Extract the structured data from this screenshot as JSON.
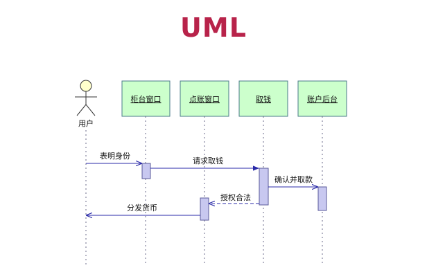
{
  "title": "UML",
  "actor": {
    "label": "用户"
  },
  "objects": [
    {
      "id": "counter",
      "label": "柜台窗口"
    },
    {
      "id": "cash",
      "label": "点账窗口"
    },
    {
      "id": "withdraw",
      "label": "取钱"
    },
    {
      "id": "backend",
      "label": "账户后台"
    }
  ],
  "messages": [
    {
      "label": "表明身份",
      "from": "user",
      "to": "counter",
      "style": "solid"
    },
    {
      "label": "请求取钱",
      "from": "counter",
      "to": "withdraw",
      "style": "solid"
    },
    {
      "label": "确认并取款",
      "from": "withdraw",
      "to": "backend",
      "style": "solid"
    },
    {
      "label": "授权合法",
      "from": "withdraw",
      "to": "cash",
      "style": "dashed"
    },
    {
      "label": "分发货币",
      "from": "cash",
      "to": "user",
      "style": "solid"
    }
  ],
  "colors": {
    "title": "#b8234a",
    "box_fill": "#ccffcc",
    "box_stroke": "#4a7a8a",
    "activation_fill": "#c8c8f0",
    "activation_stroke": "#5a5a9a",
    "actor_head": "#ffffcc",
    "arrow": "#2a2aa8"
  }
}
